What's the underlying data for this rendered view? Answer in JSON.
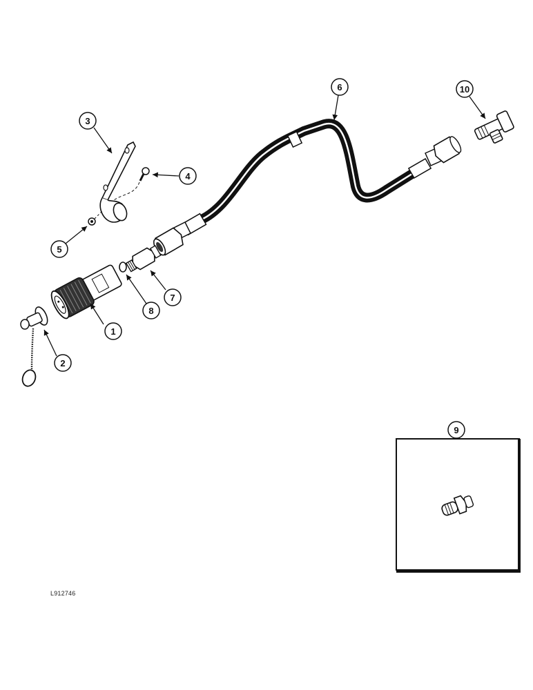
{
  "diagram": {
    "type": "exploded-parts-view",
    "reference_code": "L912746",
    "callouts": [
      {
        "id": "1",
        "label": "1",
        "part": "quick-coupler"
      },
      {
        "id": "2",
        "label": "2",
        "part": "dust-cap-with-chain"
      },
      {
        "id": "3",
        "label": "3",
        "part": "mounting-bracket-clamp"
      },
      {
        "id": "4",
        "label": "4",
        "part": "bolt"
      },
      {
        "id": "5",
        "label": "5",
        "part": "nut"
      },
      {
        "id": "6",
        "label": "6",
        "part": "hydraulic-hose"
      },
      {
        "id": "7",
        "label": "7",
        "part": "adapter-fitting"
      },
      {
        "id": "8",
        "label": "8",
        "part": "o-ring"
      },
      {
        "id": "9",
        "label": "9",
        "part": "straight-fitting-inset"
      },
      {
        "id": "10",
        "label": "10",
        "part": "tee-fitting"
      }
    ],
    "colors": {
      "line": "#111111",
      "background": "#ffffff"
    }
  }
}
